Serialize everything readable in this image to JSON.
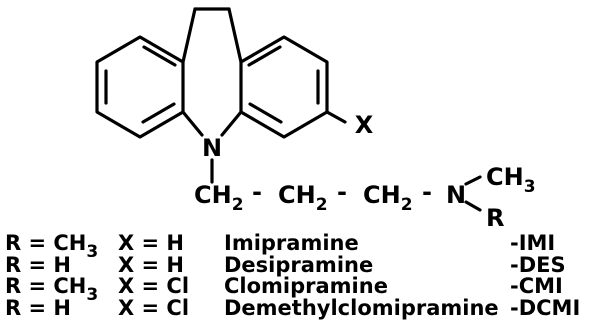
{
  "structure": {
    "ring_n": "N",
    "substituent_x": "X",
    "chain": {
      "ch": "CH",
      "two": "2",
      "dash": "-",
      "n": "N",
      "methyl_ch": "CH",
      "methyl_sub": "3",
      "r": "R"
    }
  },
  "compounds": [
    {
      "r_main": "R = CH",
      "r_sub": "3",
      "x": "X = H",
      "name": "Imipramine",
      "abbr": "-IMI"
    },
    {
      "r_main": "R = H",
      "r_sub": "",
      "x": "X = H",
      "name": "Desipramine",
      "abbr": "-DES"
    },
    {
      "r_main": "R = CH",
      "r_sub": "3",
      "x": "X = Cl",
      "name": "Clomipramine",
      "abbr": "-CMI"
    },
    {
      "r_main": "R = H",
      "r_sub": "",
      "x": "X = Cl",
      "name": "Demethylclomipramine",
      "abbr": "-DCMI"
    }
  ]
}
